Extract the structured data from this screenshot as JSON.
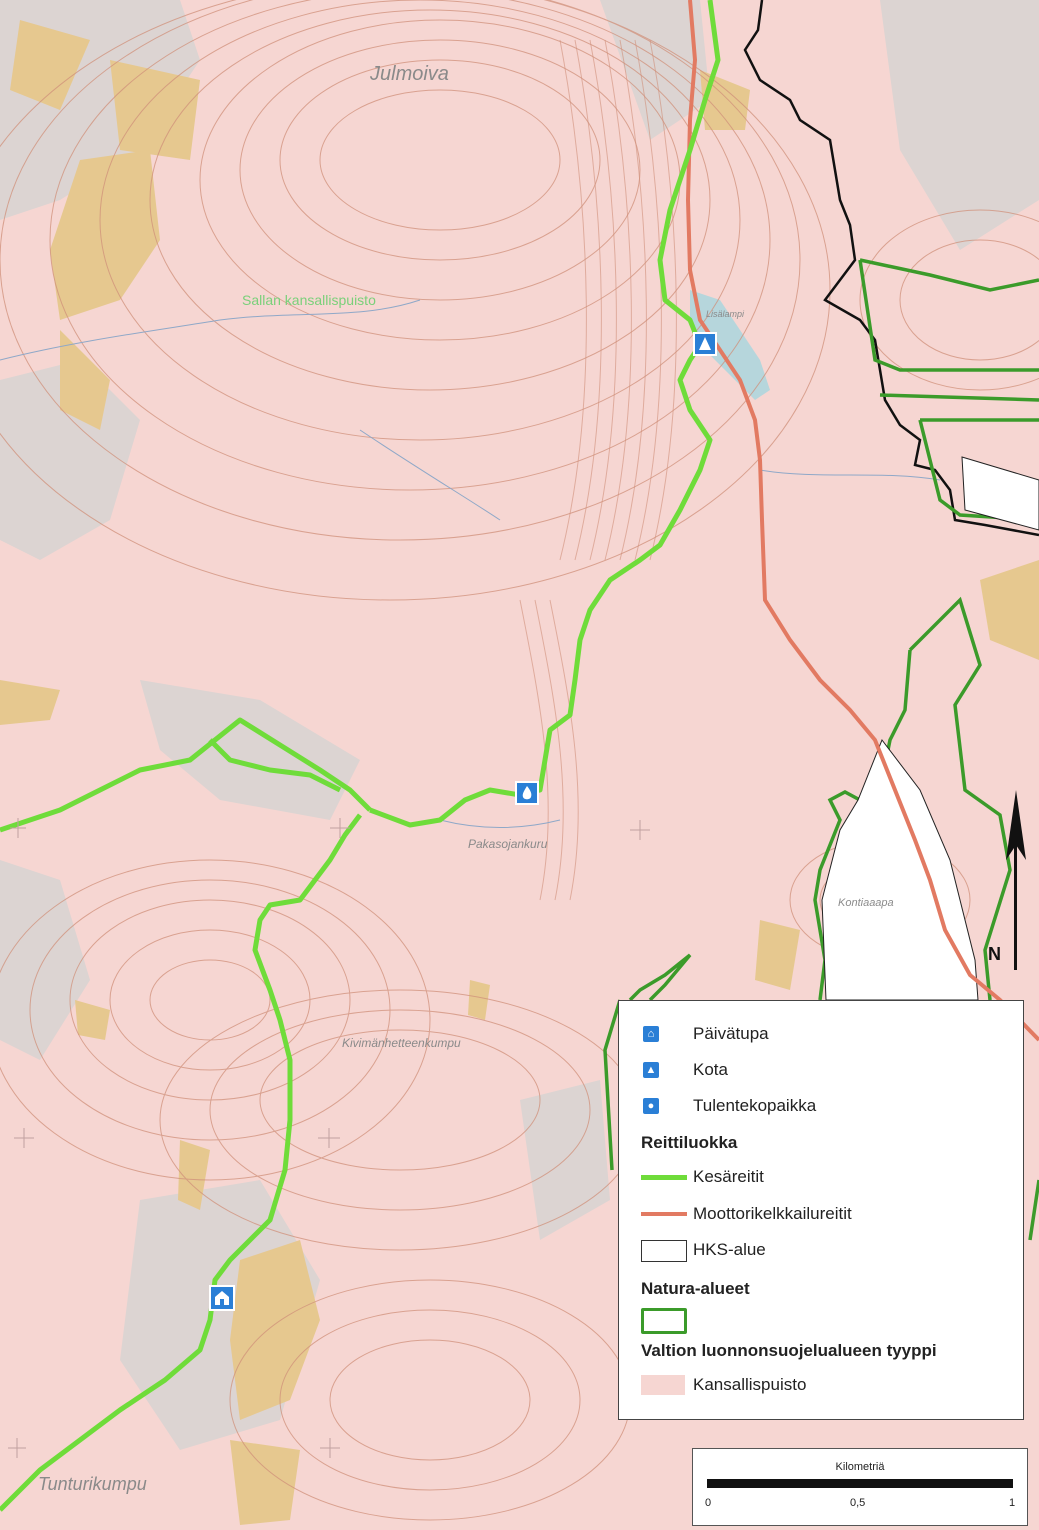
{
  "map": {
    "places": {
      "julmoiva": "Julmoiva",
      "sallan": "Sallan kansallispuisto",
      "pakasojankuru": "Pakasojankuru",
      "kivimanhetteenkumpu": "Kivimänhetteenkumpu",
      "kontiaaapa": "Kontiaaapa",
      "tunturikumpu": "Tunturikumpu",
      "lisalampi": "Lisälampi"
    },
    "north_label": "N",
    "colors": {
      "kansallispuisto": "#f6d6d2",
      "kesareitit": "#6fdc3a",
      "moottorikelkka": "#e27a62",
      "natura": "#3b9b2a",
      "contour": "#d0907a",
      "mire": "#e6c88f",
      "forest": "#dcdcdc",
      "stream": "#8fa8c8",
      "border": "#111111",
      "icon": "#2a7fd6"
    }
  },
  "legend": {
    "items": [
      {
        "label": "Päivätupa",
        "icon": "hut-icon"
      },
      {
        "label": "Kota",
        "icon": "kota-icon"
      },
      {
        "label": "Tulentekopaikka",
        "icon": "campfire-icon"
      }
    ],
    "route_heading": "Reittiluokka",
    "routes": [
      {
        "label": "Kesäreitit"
      },
      {
        "label": "Moottorikelkkailureitit"
      }
    ],
    "hks_label": "HKS-alue",
    "natura_heading": "Natura-alueet",
    "protected_heading": "Valtion luonnonsuojelualueen tyyppi",
    "kansallispuisto_label": "Kansallispuisto"
  },
  "scale": {
    "unit_label": "Kilometriä",
    "ticks": [
      "0",
      "0,5",
      "1"
    ]
  }
}
